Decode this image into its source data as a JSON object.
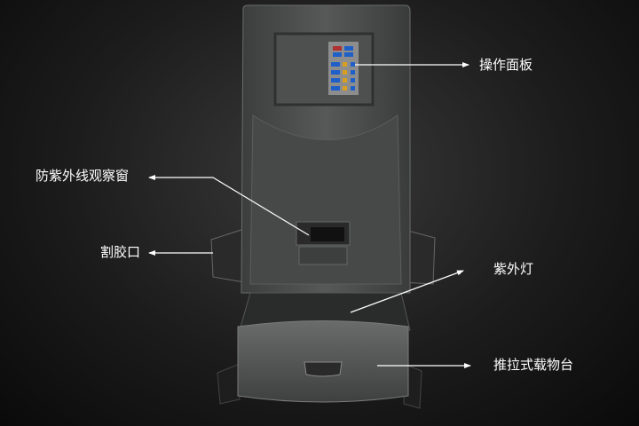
{
  "labels": {
    "control_panel": "操作面板",
    "uv_window": "防紫外线观察窗",
    "cutting_port": "割胶口",
    "uv_lamp": "紫外灯",
    "sliding_stage": "推拉式载物台"
  },
  "colors": {
    "keypad_red": "#b03030",
    "keypad_blue": "#1f5fc8",
    "keypad_yellow": "#d8a020",
    "body": "#4a4b4b"
  }
}
